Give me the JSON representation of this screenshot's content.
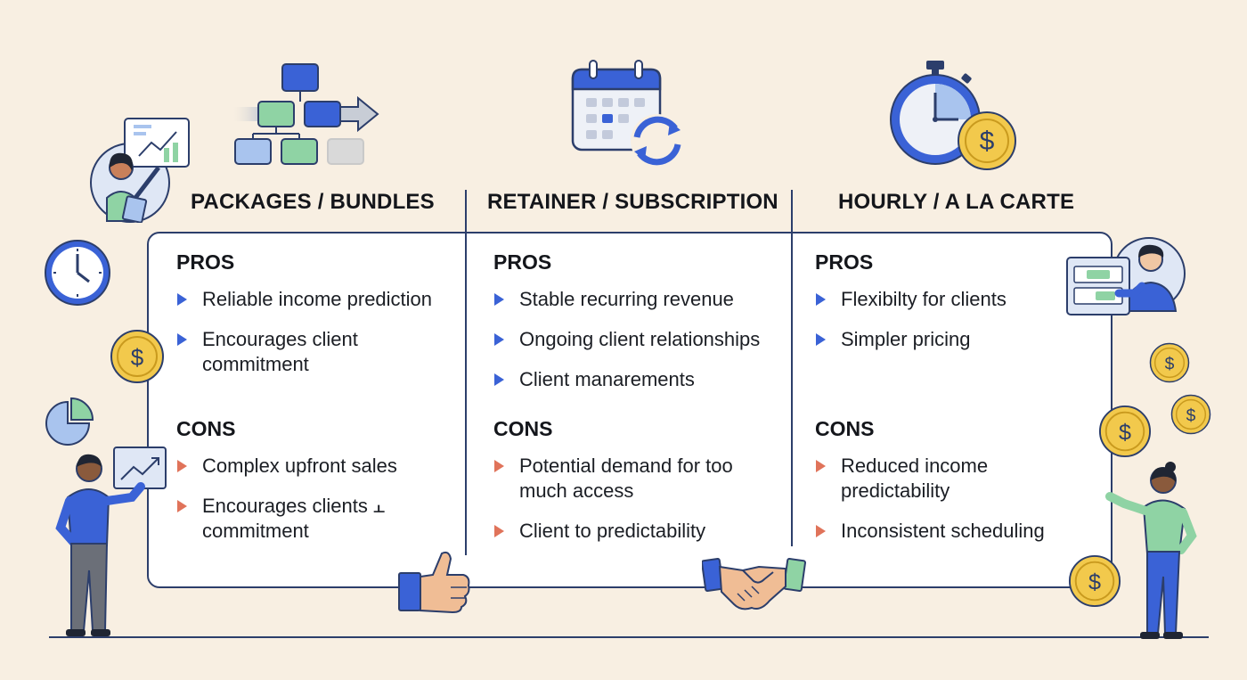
{
  "columns": [
    {
      "title": "PACKAGES / BUNDLES",
      "pros_label": "PROS",
      "pros": [
        "Reliable income prediction",
        "Encourages client commitment"
      ],
      "cons_label": "CONS",
      "cons": [
        "Complex upfront sales",
        "Encourages clients ⫠ commitment"
      ]
    },
    {
      "title": "RETAINER / SUBSCRIPTION",
      "pros_label": "PROS",
      "pros": [
        "Stable recurring revenue",
        "Ongoing client relationships",
        "Client manarements"
      ],
      "cons_label": "CONS",
      "cons": [
        "Potential demand for too much access",
        "Client to predictability"
      ]
    },
    {
      "title": "HOURLY / A LA CARTE",
      "pros_label": "PROS",
      "pros": [
        "Flexibilty for clients",
        "Simpler pricing"
      ],
      "cons_label": "CONS",
      "cons": [
        "Reduced income predictability",
        "Inconsistent scheduling"
      ]
    }
  ],
  "colors": {
    "background": "#f8efe2",
    "card_border": "#2c3e6b",
    "pro_bullet": "#3a62d6",
    "con_bullet": "#e0735a",
    "coin": "#f2c94c"
  },
  "icons": [
    "flowchart-icon",
    "calendar-recurring-icon",
    "stopwatch-coin-icon",
    "clock-icon",
    "coin-icon",
    "pie-chart-icon",
    "thumbs-up-icon",
    "handshake-icon",
    "person-presenting-icon",
    "person-standing-icon",
    "person-with-card-icon"
  ]
}
